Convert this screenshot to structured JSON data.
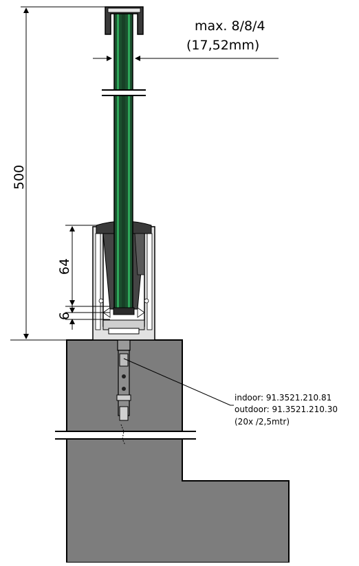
{
  "dimensions": {
    "overall_height": "500",
    "clamp_depth": "64",
    "bottom_gap": "6",
    "glass_spec_line1": "max. 8/8/4",
    "glass_spec_line2": "(17,52mm)"
  },
  "anchor_callout": {
    "line1": "indoor: 91.3521.210.81",
    "line2": "outdoor: 91.3521.210.30",
    "line3": "(20x /2,5mtr)"
  },
  "colors": {
    "concrete": "#7d7d7d",
    "glass_stripe": "#2fa65a",
    "glass_core": "#1b4f2e",
    "profile": "#d9d9d9",
    "wedge": "#3a3a3a"
  }
}
